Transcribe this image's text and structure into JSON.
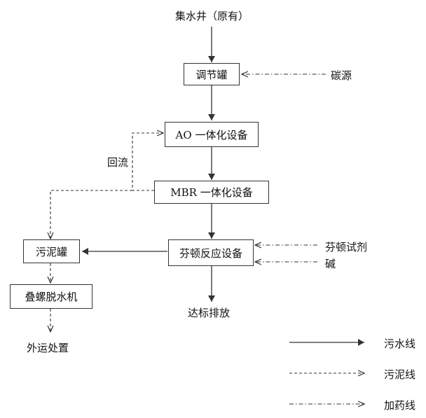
{
  "nodes": {
    "source": "集水井（原有）",
    "regulating_tank": "调节罐",
    "carbon_source": "碳源",
    "ao": "AO 一体化设备",
    "reflux": "回流",
    "mbr": "MBR 一体化设备",
    "fenton": "芬顿反应设备",
    "fenton_reagent": "芬顿试剂",
    "alkali": "碱",
    "sludge_tank": "污泥罐",
    "dewatering": "叠螺脱水机",
    "disposal": "外运处置",
    "discharge": "达标排放"
  },
  "legend": {
    "sewage": "污水线",
    "sludge": "污泥线",
    "dosing": "加药线"
  }
}
